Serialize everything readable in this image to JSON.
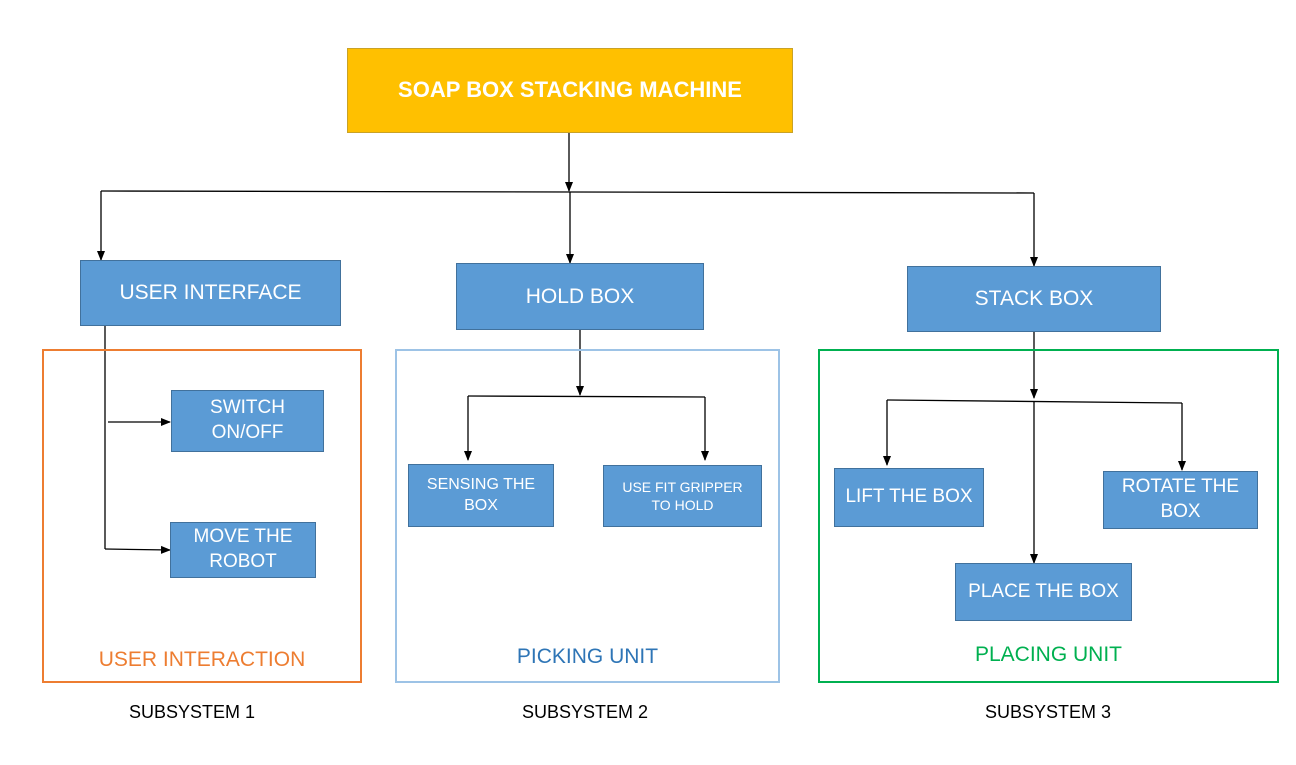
{
  "title": "SOAP BOX STACKING MACHINE",
  "colors": {
    "title_fill": "#ffc000",
    "box_fill": "#5b9bd5",
    "box_text": "#ffffff",
    "user_interaction": "#ed7d31",
    "picking_unit": "#9dc3e6",
    "picking_label": "#2e75b6",
    "placing_unit": "#00b050"
  },
  "subsystems": [
    {
      "main": "USER INTERFACE",
      "group_label": "USER INTERACTION",
      "caption": "SUBSYSTEM 1",
      "tasks": [
        "SWITCH ON/OFF",
        "MOVE THE ROBOT"
      ]
    },
    {
      "main": "HOLD BOX",
      "group_label": "PICKING UNIT",
      "caption": "SUBSYSTEM 2",
      "tasks": [
        "SENSING THE BOX",
        "USE FIT GRIPPER TO HOLD"
      ]
    },
    {
      "main": "STACK BOX",
      "group_label": "PLACING UNIT",
      "caption": "SUBSYSTEM 3",
      "tasks": [
        "LIFT THE BOX",
        "ROTATE THE BOX",
        "PLACE THE BOX"
      ]
    }
  ]
}
